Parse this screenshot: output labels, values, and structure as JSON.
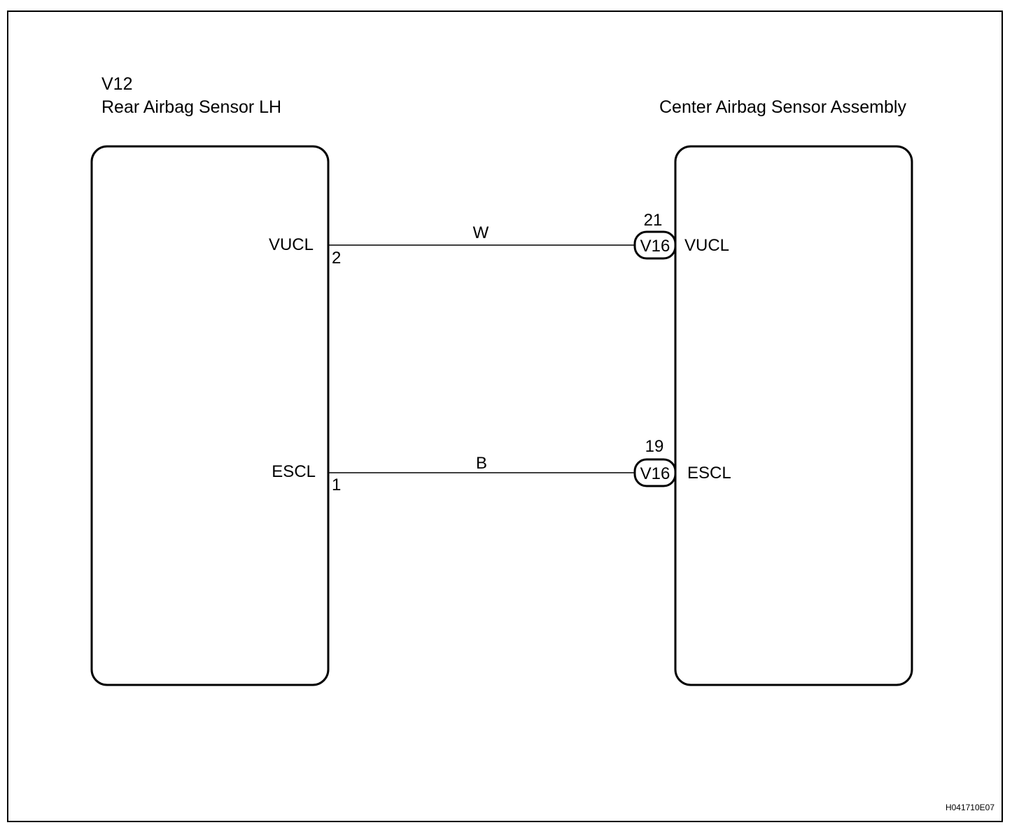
{
  "left_component": {
    "code": "V12",
    "name": "Rear Airbag Sensor LH"
  },
  "right_component": {
    "name": "Center Airbag Sensor Assembly"
  },
  "wires": [
    {
      "signal_left": "VUCL",
      "pin_left": "2",
      "color": "W",
      "pin_right": "21",
      "connector": "V16",
      "signal_right": "VUCL"
    },
    {
      "signal_left": "ESCL",
      "pin_left": "1",
      "color": "B",
      "pin_right": "19",
      "connector": "V16",
      "signal_right": "ESCL"
    }
  ],
  "figure_code": "H041710E07"
}
